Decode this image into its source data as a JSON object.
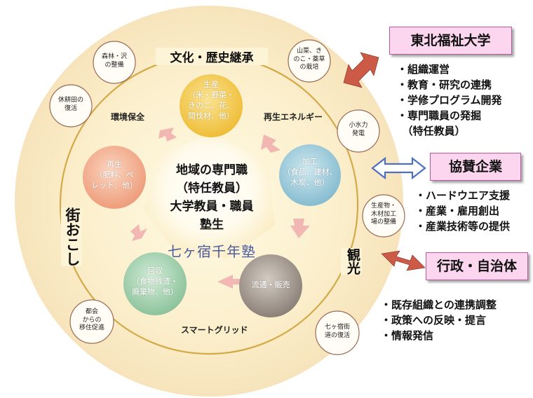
{
  "center": {
    "lines": [
      "地域の専門職",
      "（特任教員）",
      "大学教員・職員",
      "塾生"
    ],
    "name": "七ヶ宿千年塾"
  },
  "cycle": {
    "seisan": [
      "生産",
      "（米・野菜・",
      "きのこ、花、",
      "間伐材、他）"
    ],
    "kakou": [
      "加工",
      "（食品、建材、",
      "木炭、他）"
    ],
    "ryutsu": [
      "流通・販売"
    ],
    "kaishu": [
      "回収",
      "（食物残渣・",
      "廃棄物、他）"
    ],
    "saisei": [
      "再生",
      "（肥料、ペ",
      "レット、他）"
    ]
  },
  "ring_labels": {
    "bunka": "文化・歴史継承",
    "kankyo": "環境保全",
    "energy": "再生エネルギー",
    "smartgrid": "スマートグリッド",
    "machi": "街おこし",
    "kanko": "観光"
  },
  "satellites": {
    "shinrin": [
      "森林・沢",
      "の整備"
    ],
    "kyukouden": [
      "休耕田の",
      "復活"
    ],
    "sansai": [
      "山菜、き",
      "のこ・薬草",
      "の栽培"
    ],
    "shosuiryoku": [
      "小水力",
      "発電"
    ],
    "seisanbutsu": [
      "生産物・",
      "木材加工",
      "場の整備"
    ],
    "shukuba": [
      "七ヶ宿街",
      "道の復活"
    ],
    "tokai": [
      "都会",
      "からの",
      "移住促進"
    ]
  },
  "partners": [
    {
      "title": "東北福祉大学",
      "items": [
        "・組織運営",
        "・教育・研究の連携",
        "・学修プログラム開発",
        "・専門職員の発掘",
        "　（特任教員）"
      ]
    },
    {
      "title": "協賛企業",
      "items": [
        "・ハードウエア支援",
        "・産業・雇用創出",
        "・産業技術等の提供"
      ]
    },
    {
      "title": "行政・自治体",
      "items": [
        "・既存組織との連携調整",
        "・政策への反映・提言",
        "・情報発信"
      ]
    }
  ],
  "colors": {
    "seisan": "#f3c34a",
    "kakou": "#8ec1d3",
    "ryutsu": "#9a8f86",
    "kaishu": "#93c7a3",
    "saisei": "#f0a583",
    "ring": "#d3aa47",
    "partner_box": "#fbd6ee",
    "partner_border": "#b65a9c",
    "arrow_red": "#cc5a46",
    "arrow_blue": "#4f6fbf"
  }
}
